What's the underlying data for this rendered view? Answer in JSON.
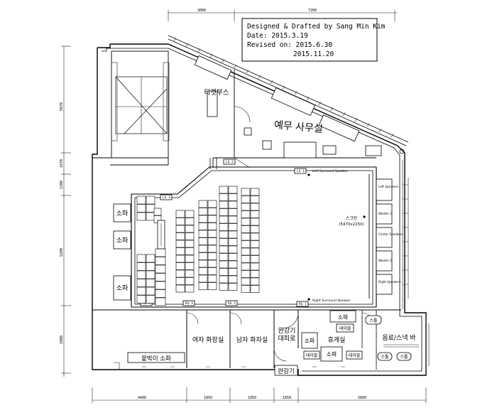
{
  "title_block": {
    "line1": "Designed & Drafted by Sang Min Kim",
    "line2": "Date: 2015.3.19",
    "line3": "Revised on: 2015.6.30",
    "line4": "2015.11.20"
  },
  "dimensions_top": [
    "3000",
    "7200"
  ],
  "dimensions_left": [
    "5070",
    "1070",
    "1200",
    "5200",
    "2800"
  ],
  "dimensions_bottom": [
    "4400",
    "1850",
    "1850",
    "1850",
    "5800"
  ],
  "rooms": {
    "ticket_booth": "티켓부스",
    "office": "예무 사무실",
    "womens_restroom": "여자 화장실",
    "mens_restroom": "남자 화자실",
    "hallway": "완강기",
    "waiting": "대피로",
    "lounge": "휴게실",
    "snack_bar": "음료/스낵 바",
    "builtin_sofa": "붙박이 소파",
    "exit_bottom": "완강기"
  },
  "furniture": {
    "sofa": "소파",
    "table": "테이블",
    "stool": "스툴"
  },
  "equipment": {
    "left_surround": "Left Surround Speaker",
    "right_surround": "Right Surround Speaker",
    "screen": "스크린",
    "screen_size": "(5470x2250)",
    "spk_left": "Left Speakers",
    "spk_woofer1": "Woofer 1",
    "spk_center": "Center Speakers",
    "spk_woofer2": "Woofer 2",
    "spk_right": "Right Speakers"
  },
  "light_switches": [
    "LS 1",
    "LS 2",
    "LS 3",
    "RS 1",
    "RS 2",
    "RS 3",
    "RS 4"
  ]
}
